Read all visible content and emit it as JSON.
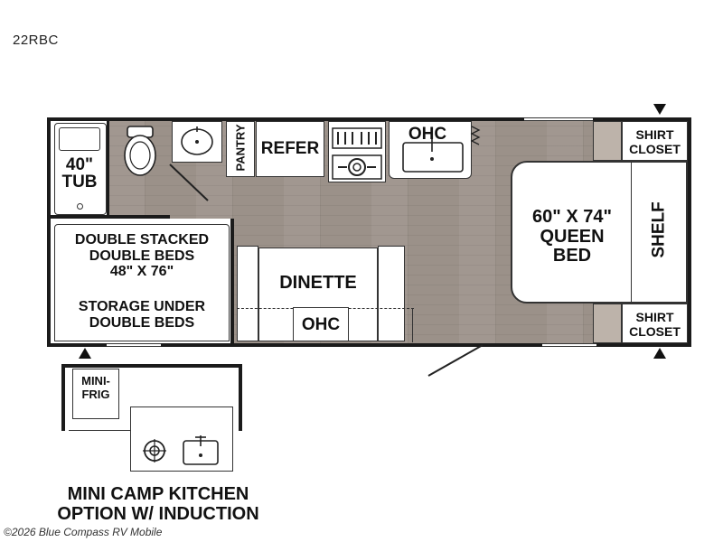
{
  "model": "22RBC",
  "labels": {
    "tub": "40\"\nTUB",
    "pantry": "PANTRY",
    "refer": "REFER",
    "ohc_top": "OHC",
    "shirt_closet_top": "SHIRT\nCLOSET",
    "shirt_closet_bottom": "SHIRT\nCLOSET",
    "queen_bed": "60\" X 74\"\nQUEEN\nBED",
    "shelf": "SHELF",
    "double_beds": "DOUBLE STACKED\nDOUBLE BEDS\n48\" X 76\"",
    "storage": "STORAGE UNDER\nDOUBLE BEDS",
    "dinette": "DINETTE",
    "ohc_dinette": "OHC",
    "mini_frig": "MINI-\nFRIG",
    "camp_kitchen": "MINI CAMP KITCHEN\nOPTION W/ INDUCTION"
  },
  "watermark": "©2026 Blue Compass RV Mobile",
  "colors": {
    "floor": "#9b9189",
    "wall": "#1b1b1b",
    "closet_floor": "#bdb3aa"
  }
}
